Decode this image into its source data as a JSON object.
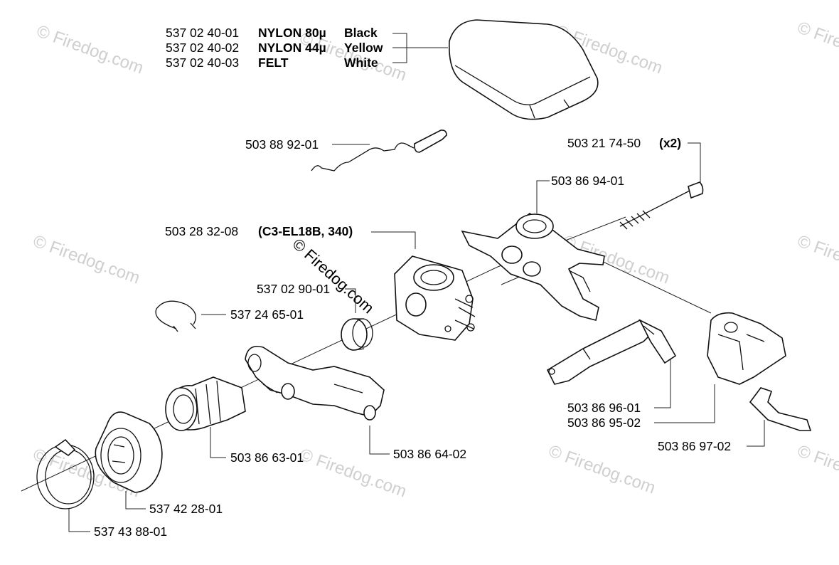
{
  "watermark": "© Firedog.com",
  "colors": {
    "line": "#222222",
    "watermark": "#cfcfcf",
    "background": "#ffffff"
  },
  "filter_header": {
    "rows": [
      {
        "part": "537 02 40-01",
        "material": "NYLON 80µ",
        "color": "Black"
      },
      {
        "part": "537 02 40-02",
        "material": "NYLON 44µ",
        "color": "Yellow"
      },
      {
        "part": "537 02 40-03",
        "material": "FELT",
        "color": "White"
      }
    ]
  },
  "labels": {
    "wire": "503 88 92-01",
    "bolt": "503 21 74-50",
    "bolt_qty": "(x2)",
    "intake_manifold": "503 86 94-01",
    "carburetor": "503 28 32-08",
    "carburetor_variant": "(C3-EL18B, 340)",
    "sleeve": "537 02 90-01",
    "circlip": "537 24 65-01",
    "throttle_rod": "503 86 96-01",
    "bracket": "503 86 95-02",
    "spring_plate": "503 86 97-02",
    "boot": "503 86 63-01",
    "carb_holder": "503 86 64-02",
    "intake_funnel": "537 42 28-01",
    "clamp": "537 43 88-01"
  }
}
